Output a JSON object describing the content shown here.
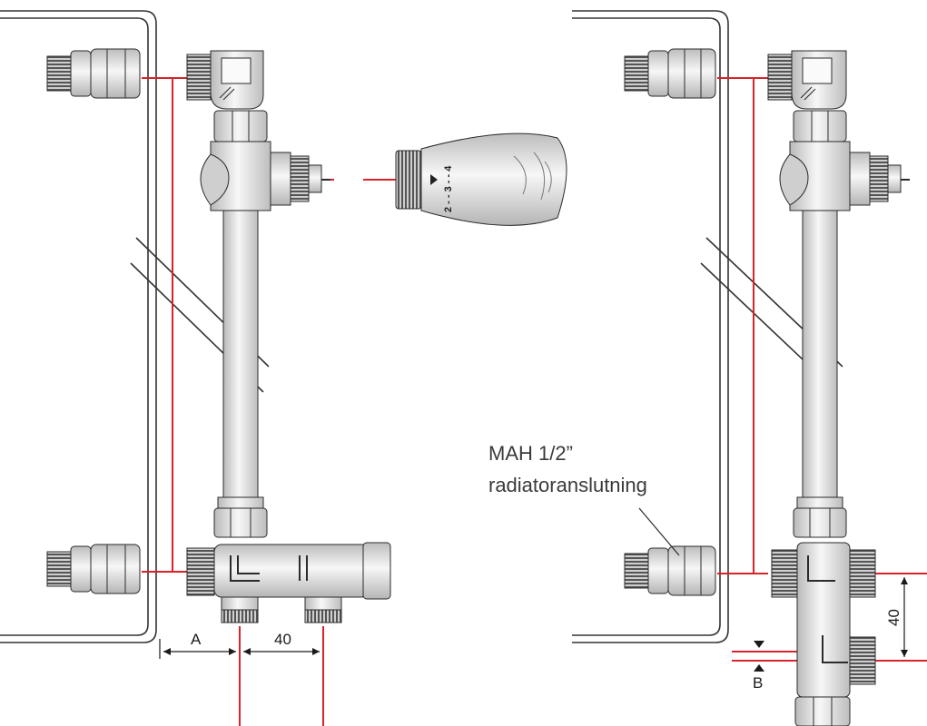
{
  "colors": {
    "metal_light": "#f2f2f2",
    "metal_mid": "#d6d6d6",
    "metal_dark": "#a8a8a8",
    "outline": "#2b2b2b",
    "thread_dark": "#444444",
    "red_guide": "#d8232a",
    "panel_line": "#333333"
  },
  "dimensions": {
    "a_label": "A",
    "forty_label_left": "40",
    "forty_label_right": "40",
    "b_label": "B"
  },
  "callout": {
    "line1": "MAH 1/2”",
    "line2": "radiatoranslutning"
  },
  "thermostat_knob": {
    "scale_text": "2 - - 3 - - 4"
  },
  "icons": {
    "valve": "angle-valve-icon",
    "knob": "thermostat-knob-icon",
    "tee": "tee-fitting-icon",
    "connector": "radiator-connector-icon"
  }
}
